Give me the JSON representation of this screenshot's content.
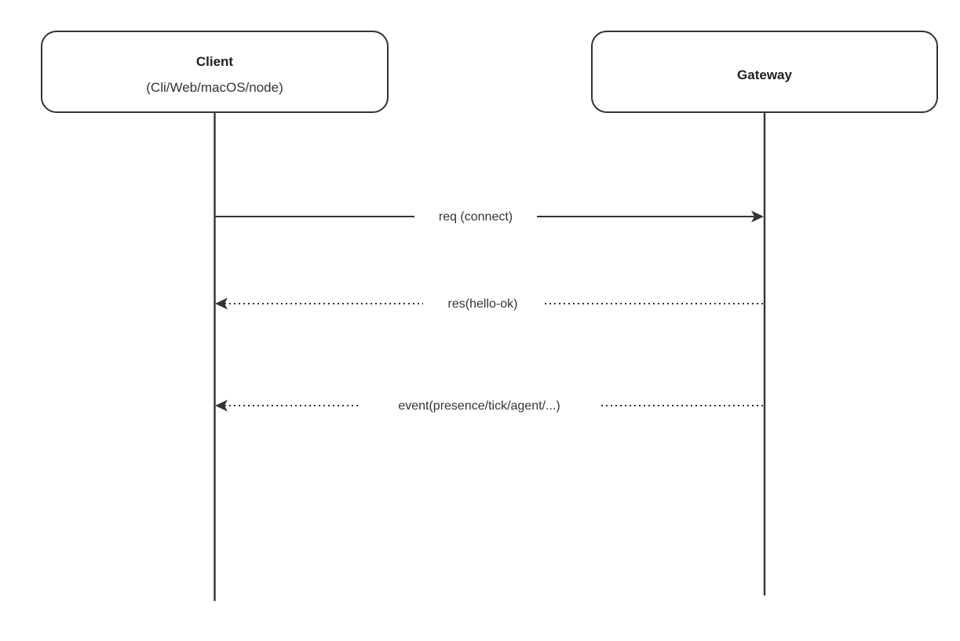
{
  "diagram": {
    "type": "sequence-diagram",
    "background_color": "#ffffff",
    "line_color": "#333333",
    "text_color": "#333333",
    "participants": [
      {
        "id": "client",
        "name": "Client",
        "subtitle": "(Cli/Web/macOS/node)"
      },
      {
        "id": "gateway",
        "name": "Gateway",
        "subtitle": ""
      }
    ],
    "messages": [
      {
        "index": 1,
        "label": "req (connect)",
        "from": "client",
        "to": "gateway",
        "direction": "right",
        "style": "solid",
        "arrow": "filled"
      },
      {
        "index": 2,
        "label": "res(hello-ok)",
        "from": "gateway",
        "to": "client",
        "direction": "left",
        "style": "dotted",
        "arrow": "filled"
      },
      {
        "index": 3,
        "label": "event(presence/tick/agent/...)",
        "from": "gateway",
        "to": "client",
        "direction": "left",
        "style": "dotted",
        "arrow": "filled"
      }
    ]
  }
}
